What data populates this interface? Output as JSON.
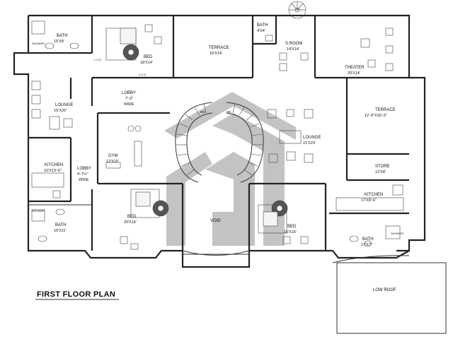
{
  "plan_title": "FIRST FLOOR PLAN",
  "rooms": {
    "bath_top_left": {
      "name": "BATH",
      "dim": "15'X8'"
    },
    "bed_top": {
      "name": "BED",
      "dim": "18'X14'"
    },
    "terrace_top": {
      "name": "TERRACE",
      "dim": "16'X14'"
    },
    "bath_small": {
      "name": "BATH",
      "dim": "4'X4'"
    },
    "s_room": {
      "name": "S.ROOM",
      "dim": "14'X14'"
    },
    "theater": {
      "name": "THEATER",
      "dim": "20'X14'"
    },
    "lounge_left": {
      "name": "LOUNGE",
      "dim": "15'X20'"
    },
    "lobby_top": {
      "name": "LOBBY",
      "dim": "7'-3\"",
      "extra": "WIDE"
    },
    "terrace_right": {
      "name": "TERRACE",
      "dim": "12'-9\"X16'-3\""
    },
    "lounge_center": {
      "name": "LOUNGE",
      "dim": "21'X23'"
    },
    "gym": {
      "name": "GYM",
      "dim": "12'X15'"
    },
    "kitchen_left": {
      "name": "KITCHEN",
      "dim": "10'X13'-6\""
    },
    "lobby_left": {
      "name": "LOBBY",
      "dim": "4'-7½\"",
      "extra": "WIDE"
    },
    "store": {
      "name": "STORE",
      "dim": "12'X8'"
    },
    "kitchen_right": {
      "name": "KITCHEN",
      "dim": "17'X8'-6\""
    },
    "bath_bottom_left": {
      "name": "BATH",
      "dim": "15'X11'"
    },
    "bed_bottom_left": {
      "name": "BED",
      "dim": "20'X16'"
    },
    "void": {
      "name": "VOID"
    },
    "bed_bottom_right": {
      "name": "BED",
      "dim": "16'X16'"
    },
    "bath_bottom_right": {
      "name": "BATH",
      "dim": "17'X7'"
    },
    "low_roof": {
      "name": "LOW ROOF"
    }
  },
  "labels": {
    "shower": "SHOWER",
    "lcd": "L.C.D",
    "stair_down": "DN"
  }
}
